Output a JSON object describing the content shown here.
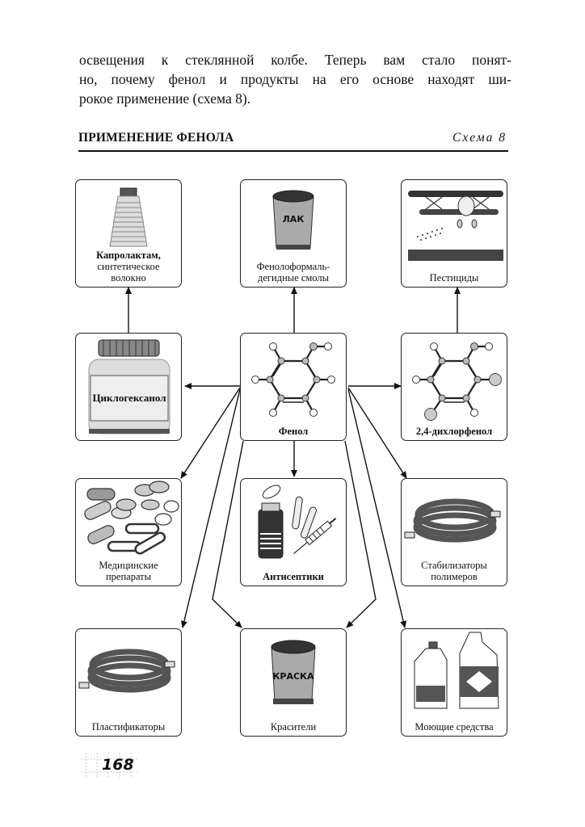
{
  "intro_text": [
    "освещения к стеклянной колбе. Теперь вам стало понят-",
    "но, почему фенол и продукты на  его основе находят ши-",
    "рокое применение (схема 8)."
  ],
  "header": {
    "title": "ПРИМЕНЕНИЕ ФЕНОЛА",
    "scheme_label": "Схема 8"
  },
  "center": {
    "label": "Фенол",
    "icon": "phenol-molecule-icon"
  },
  "boxes": {
    "caprolactam": {
      "label_lines": [
        "Капролактам,",
        "синтетическое",
        "волокно"
      ],
      "icon": "thread-spool-icon"
    },
    "resins": {
      "label_lines": [
        "Фенолоформаль-",
        "дегидные смолы"
      ],
      "can_label": "ЛАК",
      "icon": "lacquer-can-icon"
    },
    "pesticides": {
      "label_lines": [
        "Пестициды"
      ],
      "icon": "crop-duster-plane-icon"
    },
    "cyclohexanol": {
      "label_lines": [
        "Циклогексанол"
      ],
      "icon": "jar-icon"
    },
    "dichlorophenol": {
      "label_lines": [
        "2,4-дихлорфенол"
      ],
      "icon": "dichlorophenol-molecule-icon"
    },
    "medicines": {
      "label_lines": [
        "Медицинские",
        "препараты"
      ],
      "icon": "pills-icon"
    },
    "antiseptics": {
      "label_lines": [
        "Антисептики"
      ],
      "icon": "vial-syringe-icon"
    },
    "stabilizers": {
      "label_lines": [
        "Стабилизаторы",
        "полимеров"
      ],
      "icon": "hose-icon"
    },
    "plasticizers": {
      "label_lines": [
        "Пластификаторы"
      ],
      "icon": "hose-icon"
    },
    "dyes": {
      "label_lines": [
        "Красители"
      ],
      "can_label": "КРАСКА",
      "icon": "paint-can-icon"
    },
    "detergents": {
      "label_lines": [
        "Моющие средства"
      ],
      "icon": "detergent-bottles-icon"
    }
  },
  "page_number": "168"
}
